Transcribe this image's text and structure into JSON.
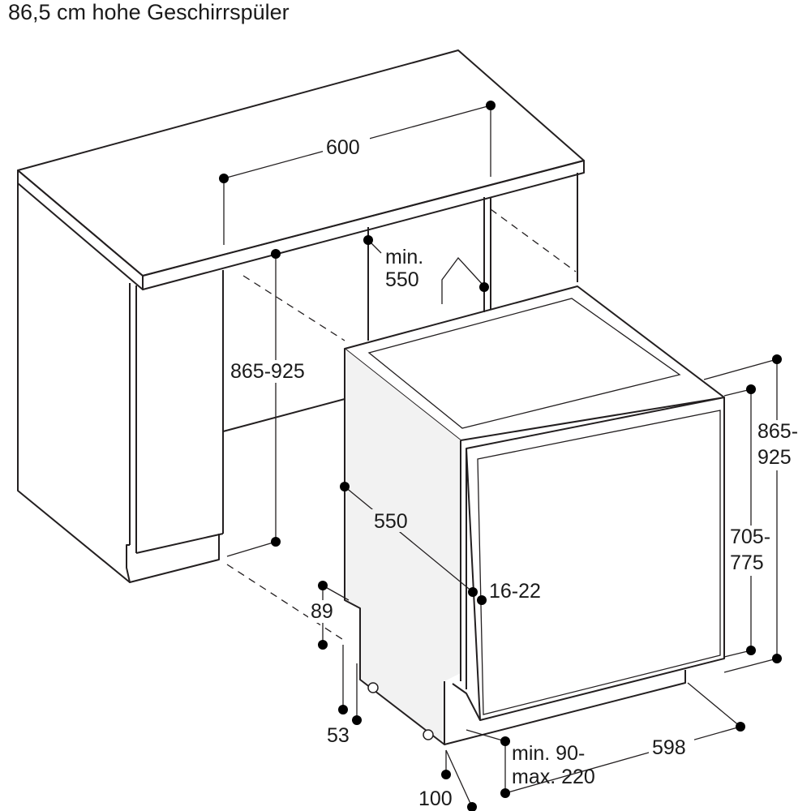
{
  "title": "86,5 cm hohe Geschirrspüler",
  "dimensions": {
    "top_width": "600",
    "min_depth_line1": "min.",
    "min_depth_line2": "550",
    "niche_height": "865-925",
    "side_depth": "550",
    "door_gap": "16-22",
    "right_height_line1": "865-",
    "right_height_line2": "925",
    "door_height_line1": "705-",
    "door_height_line2": "775",
    "plinth_height": "89",
    "foot_height": "53",
    "front_width": "598",
    "plinth_depth_line1": "min. 90-",
    "plinth_depth_line2": "max. 220",
    "plinth_offset": "100"
  }
}
